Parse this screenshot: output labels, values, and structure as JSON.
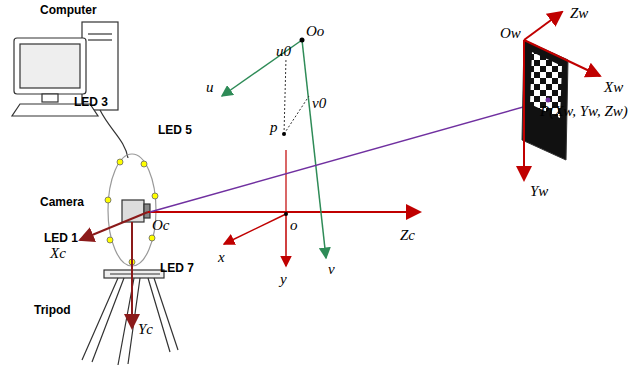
{
  "diagram": {
    "labels": [
      "Computer",
      "LED 3",
      "LED 5",
      "Camera",
      "LED 1",
      "LED 7",
      "Tripod",
      "Xc",
      "Oc",
      "Yc",
      "Zc",
      "u",
      "u0",
      "Oo",
      "v0",
      "p",
      "v",
      "x",
      "o",
      "y",
      "Zw",
      "Ow",
      "Xw",
      "Yw",
      "P(Xw, Yw, Zw)"
    ]
  }
}
